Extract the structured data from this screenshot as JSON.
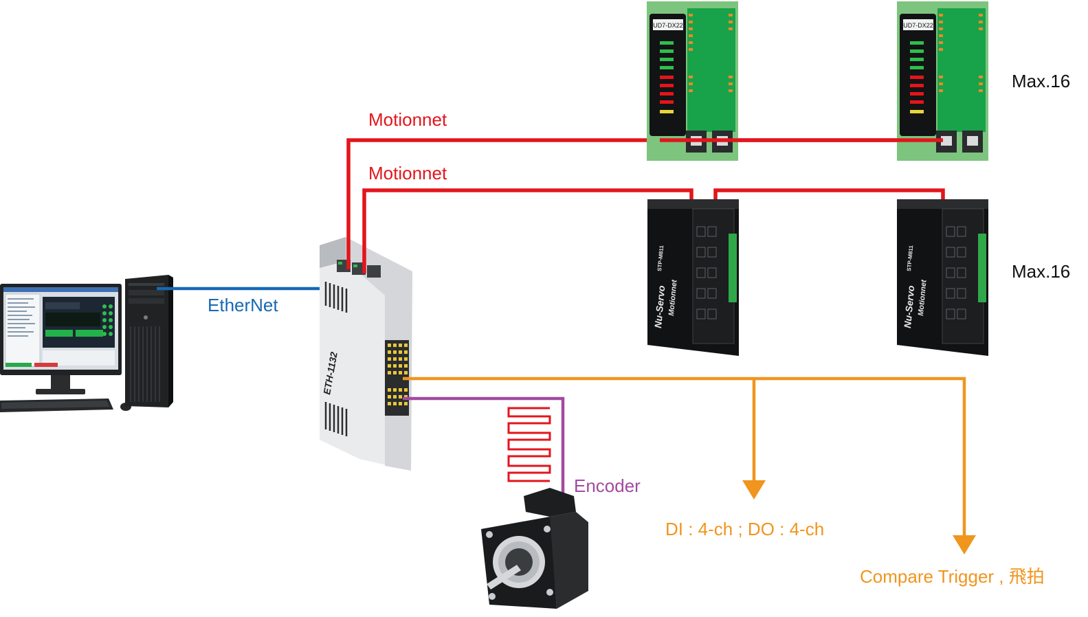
{
  "labels": {
    "motionnet_top": "Motionnet",
    "motionnet_bottom": "Motionnet",
    "ethernet": "EtherNet",
    "encoder": "Encoder",
    "dio": "DI : 4-ch ; DO : 4-ch",
    "compare": "Compare Trigger , 飛拍",
    "max_io": "Max.16",
    "max_servo": "Max.16"
  },
  "device_text": {
    "controller_model": "ETH-1132",
    "io_module_model": "UD7-DX22",
    "servo_brand": "Nu-Servo",
    "servo_model": "STP-M811",
    "servo_bus": "Motionnet"
  },
  "colors": {
    "motionnet": "#e3151c",
    "ethernet": "#1768b3",
    "encoder": "#a24aa0",
    "io_lines": "#f0951e",
    "label_orange": "#f0951e",
    "label_blue": "#1768b3",
    "label_red": "#e3151c",
    "label_purple": "#a24aa0"
  }
}
